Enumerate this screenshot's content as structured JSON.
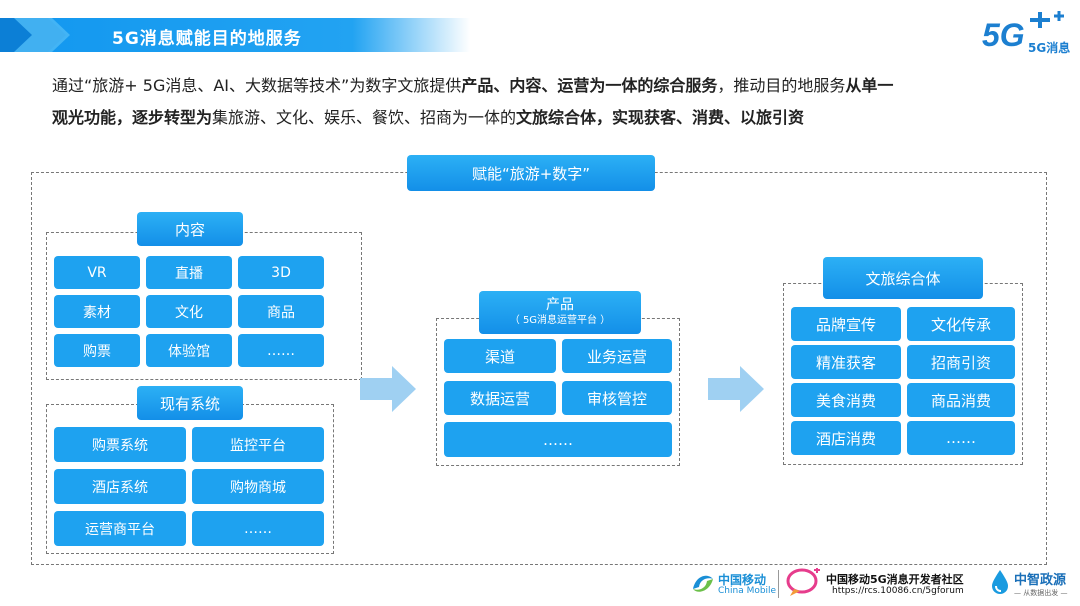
{
  "header": {
    "title": "5G消息赋能目的地服务",
    "logo_text": "5G消息"
  },
  "intro": {
    "p1": "通过“旅游+ 5G消息、AI、大数据等技术”为数字文旅提供",
    "b1": "产品、内容、运营为一体的综合服务",
    "p2": "，推动目的地服务",
    "b2": "从单一",
    "b3": "观光功能，逐步转型为",
    "p3": "集旅游、文化、娱乐、餐饮、招商为一体的",
    "b4": "文旅综合体，实现获客、消费、以旅引资"
  },
  "top_label": "赋能“旅游+数字”",
  "content_group": {
    "title": "内容",
    "items": [
      "VR",
      "直播",
      "3D",
      "素材",
      "文化",
      "商品",
      "购票",
      "体验馆",
      "……"
    ]
  },
  "systems_group": {
    "title": "现有系统",
    "items": [
      "购票系统",
      "监控平台",
      "酒店系统",
      "购物商城",
      "运营商平台",
      "……"
    ]
  },
  "product_group": {
    "title": "产品",
    "subtitle": "（ 5G消息运营平台 ）",
    "items": [
      "渠道",
      "业务运营",
      "数据运营",
      "审核管控",
      "……"
    ]
  },
  "complex_group": {
    "title": "文旅综合体",
    "items": [
      "品牌宣传",
      "文化传承",
      "精准获客",
      "招商引资",
      "美食消费",
      "商品消费",
      "酒店消费",
      "……"
    ]
  },
  "footer": {
    "cm_cn": "中国移动",
    "cm_en": "China Mobile",
    "forum_title": "中国移动5G消息开发者社区",
    "forum_url": "https://rcs.10086.cn/5gforum",
    "partner_name": "中智政源",
    "partner_sub": "— 从数据出发 —"
  },
  "colors": {
    "accent": "#1ea2f0",
    "arrow": "#9fd0f2",
    "dash": "#777777"
  }
}
